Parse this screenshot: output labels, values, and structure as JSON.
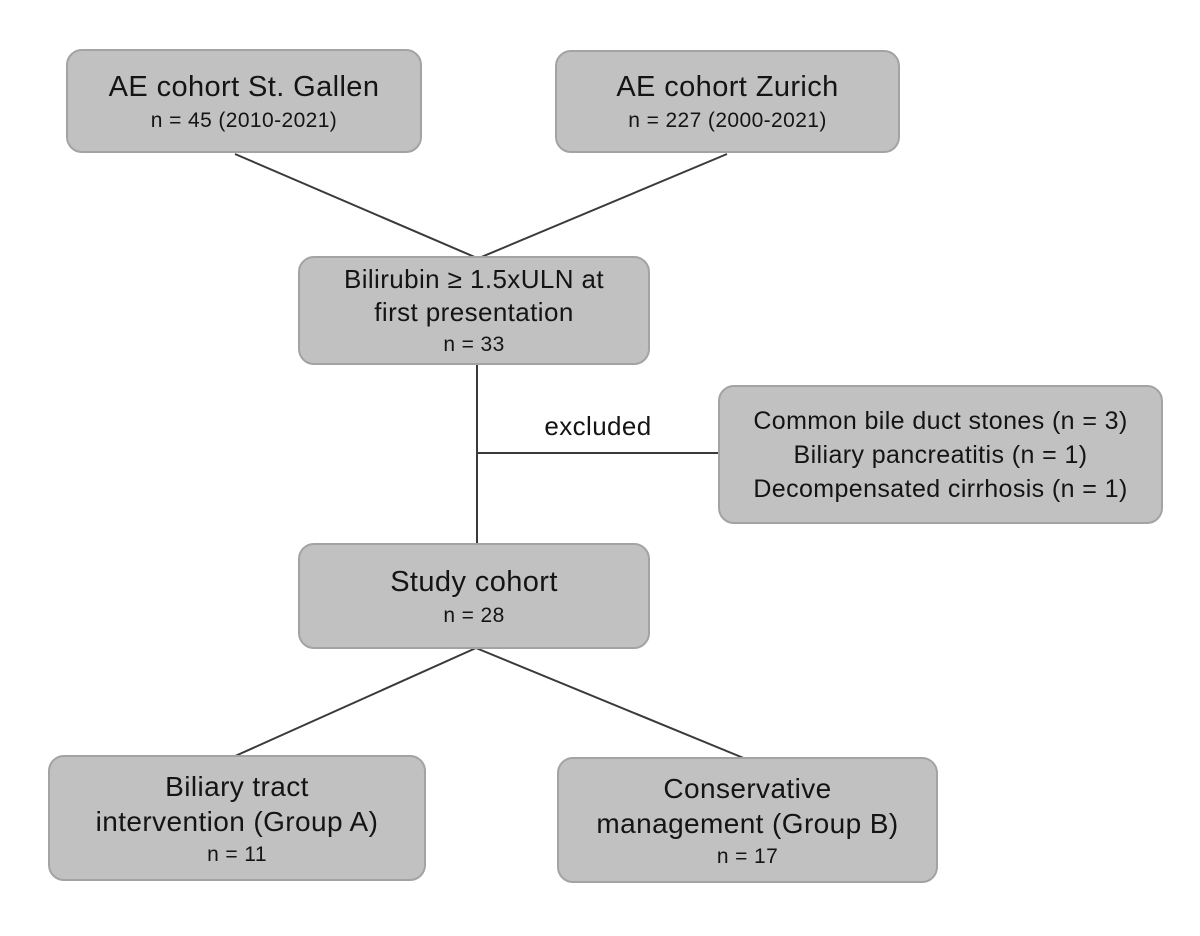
{
  "diagram": {
    "type": "flowchart",
    "description": "Patient selection flow diagram for AE cohorts"
  },
  "boxes": {
    "st_gallen": {
      "title": "AE cohort St. Gallen",
      "sub": "n = 45 (2010-2021)"
    },
    "zurich": {
      "title": "AE cohort Zurich",
      "sub": "n = 227 (2000-2021)"
    },
    "bilirubin": {
      "line1": "Bilirubin ≥ 1.5xULN at",
      "line2": "first presentation",
      "sub": "n = 33"
    },
    "excluded": {
      "line1": "Common bile duct stones (n = 3)",
      "line2": "Biliary pancreatitis (n = 1)",
      "line3": "Decompensated cirrhosis (n = 1)"
    },
    "study": {
      "title": "Study cohort",
      "sub": "n = 28"
    },
    "group_a": {
      "line1": "Biliary tract",
      "line2": "intervention (Group A)",
      "sub": "n = 11"
    },
    "group_b": {
      "line1": "Conservative",
      "line2": "management (Group B)",
      "sub": "n = 17"
    }
  },
  "labels": {
    "excluded_edge": "excluded"
  },
  "colors": {
    "background": "#ffffff",
    "box_fill": "#c1c1c1",
    "box_border": "#a3a3a3",
    "text_color": "#141414",
    "line_color": "#3a3a3a"
  }
}
